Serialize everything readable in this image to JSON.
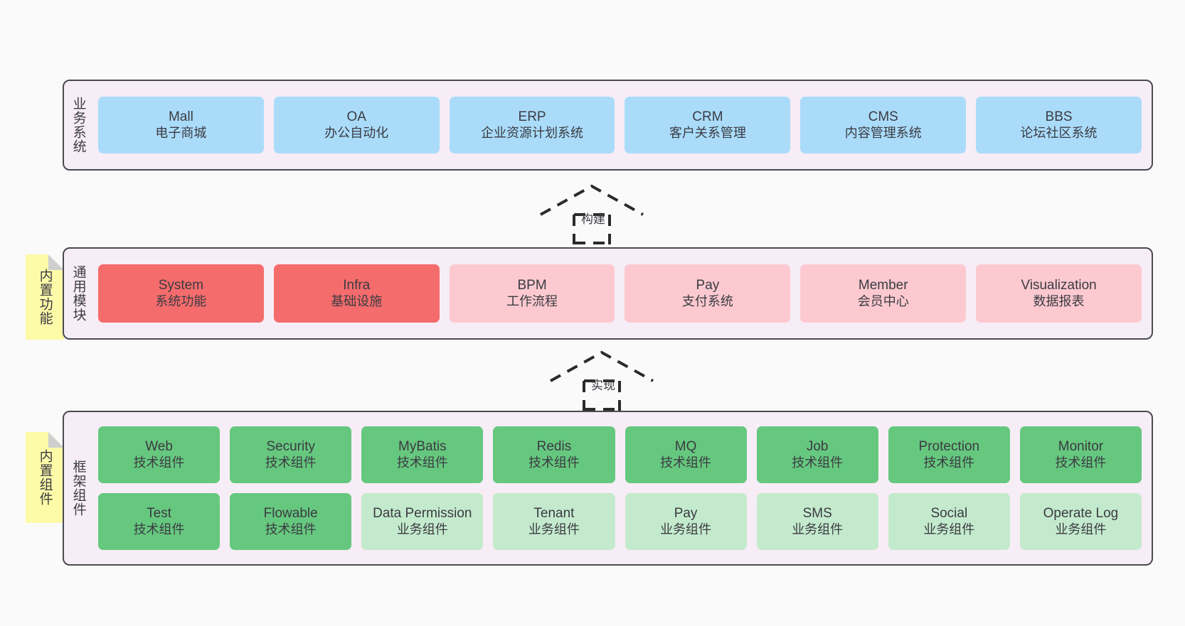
{
  "diagram": {
    "title": "",
    "colors": {
      "page_background": "#fafafa",
      "layer_background": "#f7edf6",
      "layer_border": "#4a4a52",
      "business_system": "#aadcfa",
      "module_primary": "#f56c6c",
      "module_secondary": "#fcc9d0",
      "component_tech": "#66c87f",
      "component_business": "#c4eacd",
      "note_background": "#fdfaa8",
      "note_fold": "#cfcfcf",
      "text": "#3b3b42"
    }
  },
  "layers": [
    {
      "id": "business-system",
      "title": "业务系统",
      "rows": [
        {
          "cells": [
            {
              "name": "Mall",
              "desc": "电子商城",
              "style": "c-blue"
            },
            {
              "name": "OA",
              "desc": "办公自动化",
              "style": "c-blue"
            },
            {
              "name": "ERP",
              "desc": "企业资源计划系统",
              "style": "c-blue"
            },
            {
              "name": "CRM",
              "desc": "客户关系管理",
              "style": "c-blue"
            },
            {
              "name": "CMS",
              "desc": "内容管理系统",
              "style": "c-blue"
            },
            {
              "name": "BBS",
              "desc": "论坛社区系统",
              "style": "c-blue"
            }
          ]
        }
      ]
    },
    {
      "id": "common-module",
      "title": "通用模块",
      "note": "内置功能",
      "rows": [
        {
          "cells": [
            {
              "name": "System",
              "desc": "系统功能",
              "style": "c-red"
            },
            {
              "name": "Infra",
              "desc": "基础设施",
              "style": "c-red"
            },
            {
              "name": "BPM",
              "desc": "工作流程",
              "style": "c-pink"
            },
            {
              "name": "Pay",
              "desc": "支付系统",
              "style": "c-pink"
            },
            {
              "name": "Member",
              "desc": "会员中心",
              "style": "c-pink"
            },
            {
              "name": "Visualization",
              "desc": "数据报表",
              "style": "c-pink"
            }
          ]
        }
      ]
    },
    {
      "id": "framework-component",
      "title": "框架组件",
      "note": "内置组件",
      "rows": [
        {
          "cells": [
            {
              "name": "Web",
              "desc": "技术组件",
              "style": "c-green"
            },
            {
              "name": "Security",
              "desc": "技术组件",
              "style": "c-green"
            },
            {
              "name": "MyBatis",
              "desc": "技术组件",
              "style": "c-green"
            },
            {
              "name": "Redis",
              "desc": "技术组件",
              "style": "c-green"
            },
            {
              "name": "MQ",
              "desc": "技术组件",
              "style": "c-green"
            },
            {
              "name": "Job",
              "desc": "技术组件",
              "style": "c-green"
            },
            {
              "name": "Protection",
              "desc": "技术组件",
              "style": "c-green"
            },
            {
              "name": "Monitor",
              "desc": "技术组件",
              "style": "c-green"
            }
          ]
        },
        {
          "cells": [
            {
              "name": "Test",
              "desc": "技术组件",
              "style": "c-green"
            },
            {
              "name": "Flowable",
              "desc": "技术组件",
              "style": "c-green"
            },
            {
              "name": "Data Permission",
              "desc": "业务组件",
              "style": "c-greenlight"
            },
            {
              "name": "Tenant",
              "desc": "业务组件",
              "style": "c-greenlight"
            },
            {
              "name": "Pay",
              "desc": "业务组件",
              "style": "c-greenlight"
            },
            {
              "name": "SMS",
              "desc": "业务组件",
              "style": "c-greenlight"
            },
            {
              "name": "Social",
              "desc": "业务组件",
              "style": "c-greenlight"
            },
            {
              "name": "Operate Log",
              "desc": "业务组件",
              "style": "c-greenlight"
            }
          ]
        }
      ]
    }
  ],
  "connectors": [
    {
      "id": "build",
      "label": "构建",
      "from": "common-module",
      "to": "business-system"
    },
    {
      "id": "implement",
      "label": "实现",
      "from": "framework-component",
      "to": "common-module"
    }
  ]
}
